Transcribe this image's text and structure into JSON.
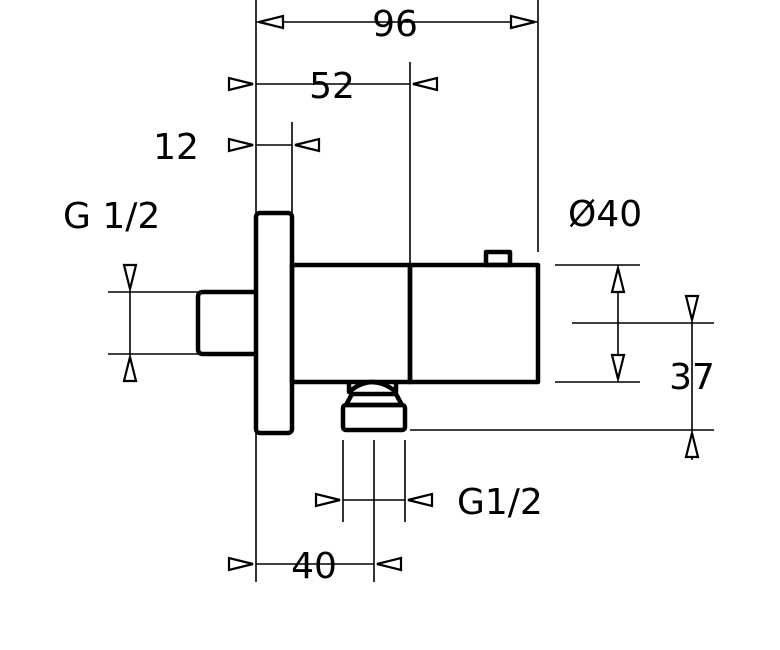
{
  "drawing": {
    "colors": {
      "line": "#000000",
      "background": "#ffffff"
    },
    "dimensions": {
      "overall_length": "96",
      "mid_length": "52",
      "flange_thickness": "12",
      "body_diameter": "Ø40",
      "inlet_thread": "G 1/2",
      "outlet_thread": "G1/2",
      "outlet_offset": "40",
      "outlet_height": "37"
    }
  }
}
